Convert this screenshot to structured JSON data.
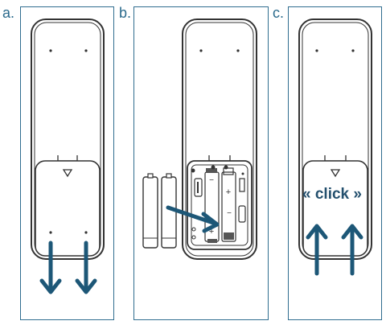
{
  "panels": [
    {
      "label": "a."
    },
    {
      "label": "b."
    },
    {
      "label": "c."
    }
  ],
  "click_text": "« click »",
  "polarity": {
    "plus": "+",
    "minus": "−"
  },
  "colors": {
    "frame": "#2f6d8f",
    "arrow": "#1d5777",
    "outline": "#333333",
    "label": "#2a6a8c"
  }
}
